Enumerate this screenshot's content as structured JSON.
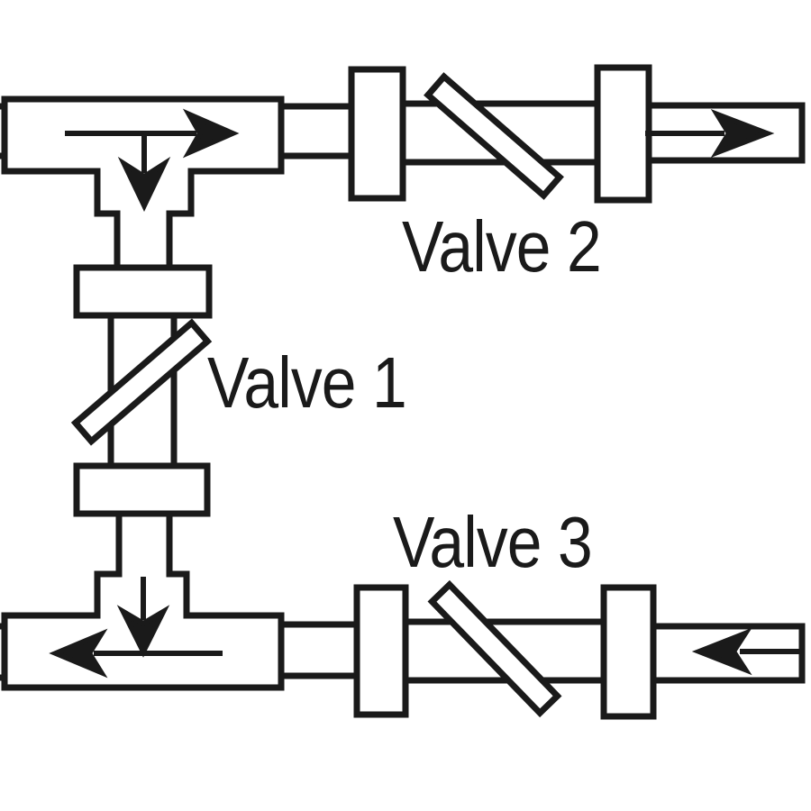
{
  "page": {
    "background_color": "#ffffff",
    "line_color": "#1a1a1a"
  },
  "labels": {
    "valve1": "Valve 1",
    "valve2": "Valve 2",
    "valve3": "Valve 3"
  },
  "diagram": {
    "type": "piping-valve-schematic",
    "valves": [
      {
        "label": "Valve 1",
        "pipe_orientation": "vertical",
        "handle": "diagonal-lever"
      },
      {
        "label": "Valve 2",
        "pipe_orientation": "horizontal",
        "handle": "diagonal-lever"
      },
      {
        "label": "Valve 3",
        "pipe_orientation": "horizontal",
        "handle": "diagonal-lever"
      }
    ],
    "flow_arrows": [
      {
        "location": "top-tee-run",
        "direction": "right"
      },
      {
        "location": "top-tee-branch",
        "direction": "down"
      },
      {
        "location": "top-right-outlet",
        "direction": "right"
      },
      {
        "location": "bottom-tee-branch",
        "direction": "down"
      },
      {
        "location": "bottom-tee-run",
        "direction": "left"
      },
      {
        "location": "bottom-right-inlet",
        "direction": "left"
      }
    ]
  }
}
